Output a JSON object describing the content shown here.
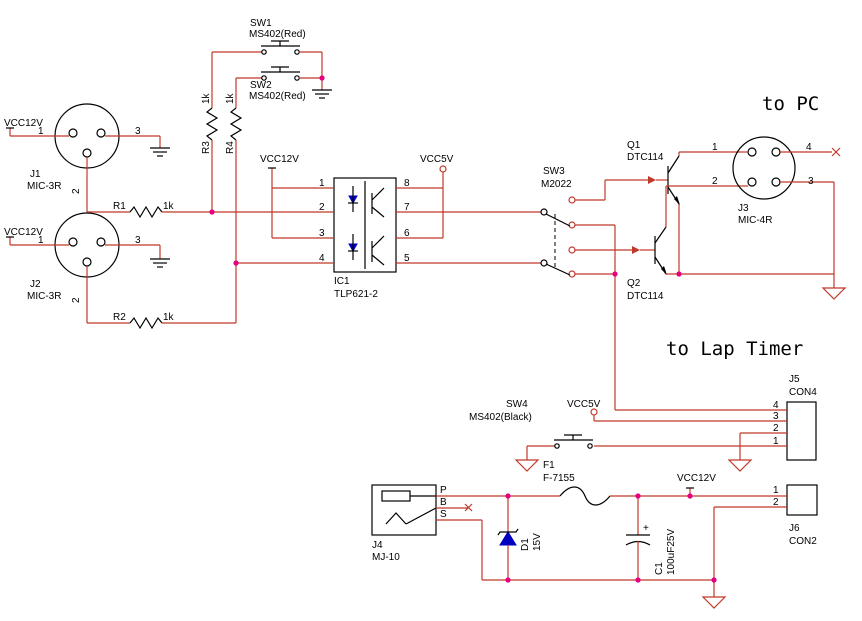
{
  "labels": {
    "to_pc": "to PC",
    "to_lap_timer": "to Lap Timer"
  },
  "components": {
    "sw1": {
      "ref": "SW1",
      "value": "MS402(Red)"
    },
    "sw2": {
      "ref": "SW2",
      "value": "MS402(Red)"
    },
    "sw3": {
      "ref": "SW3",
      "value": "M2022"
    },
    "sw4": {
      "ref": "SW4",
      "value": "MS402(Black)"
    },
    "j1": {
      "ref": "J1",
      "value": "MIC-3R"
    },
    "j2": {
      "ref": "J2",
      "value": "MIC-3R"
    },
    "j3": {
      "ref": "J3",
      "value": "MIC-4R"
    },
    "j4": {
      "ref": "J4",
      "value": "MJ-10"
    },
    "j5": {
      "ref": "J5",
      "value": "CON4"
    },
    "j6": {
      "ref": "J6",
      "value": "CON2"
    },
    "ic1": {
      "ref": "IC1",
      "value": "TLP621-2"
    },
    "q1": {
      "ref": "Q1",
      "value": "DTC114"
    },
    "q2": {
      "ref": "Q2",
      "value": "DTC114"
    },
    "r1": {
      "ref": "R1",
      "value": "1k"
    },
    "r2": {
      "ref": "R2",
      "value": "1k"
    },
    "r3": {
      "ref": "R3",
      "value": "1k"
    },
    "r4": {
      "ref": "R4",
      "value": "1k"
    },
    "f1": {
      "ref": "F1",
      "value": "F-7155"
    },
    "d1": {
      "ref": "D1",
      "value": "15V"
    },
    "c1": {
      "ref": "C1",
      "value": "100uF25V"
    }
  },
  "power": {
    "vcc12": "VCC12V",
    "vcc5": "VCC5V"
  },
  "pins": {
    "p1": "1",
    "p2": "2",
    "p3": "3",
    "p4": "4",
    "p5": "5",
    "p6": "6",
    "p7": "7",
    "p8": "8",
    "j4_p": "P",
    "j4_b": "B",
    "j4_s": "S",
    "plus": "+"
  },
  "colors": {
    "wire": "#c0392b",
    "junction": "#e6007e",
    "symbol": "#000000"
  }
}
